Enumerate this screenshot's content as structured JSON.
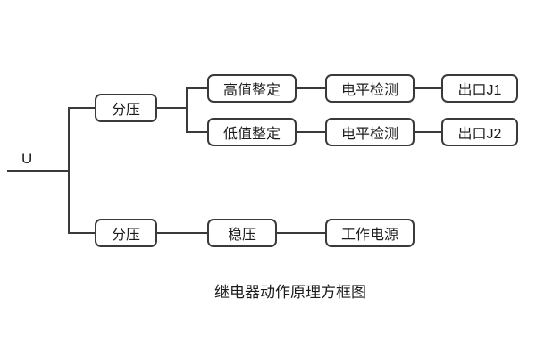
{
  "diagram": {
    "input_label": "U",
    "caption": "继电器动作原理方框图",
    "nodes": {
      "divider_top": "分压",
      "high_set": "高值整定",
      "level_detect_1": "电平检测",
      "output_j1": "出口J1",
      "low_set": "低值整定",
      "level_detect_2": "电平检测",
      "output_j2": "出口J2",
      "divider_bottom": "分压",
      "stabilizer": "稳压",
      "working_power": "工作电源"
    },
    "colors": {
      "line": "#3a3a3a",
      "box_border": "#3a3a3a",
      "background": "#ffffff",
      "text": "#1c1c1c"
    }
  }
}
